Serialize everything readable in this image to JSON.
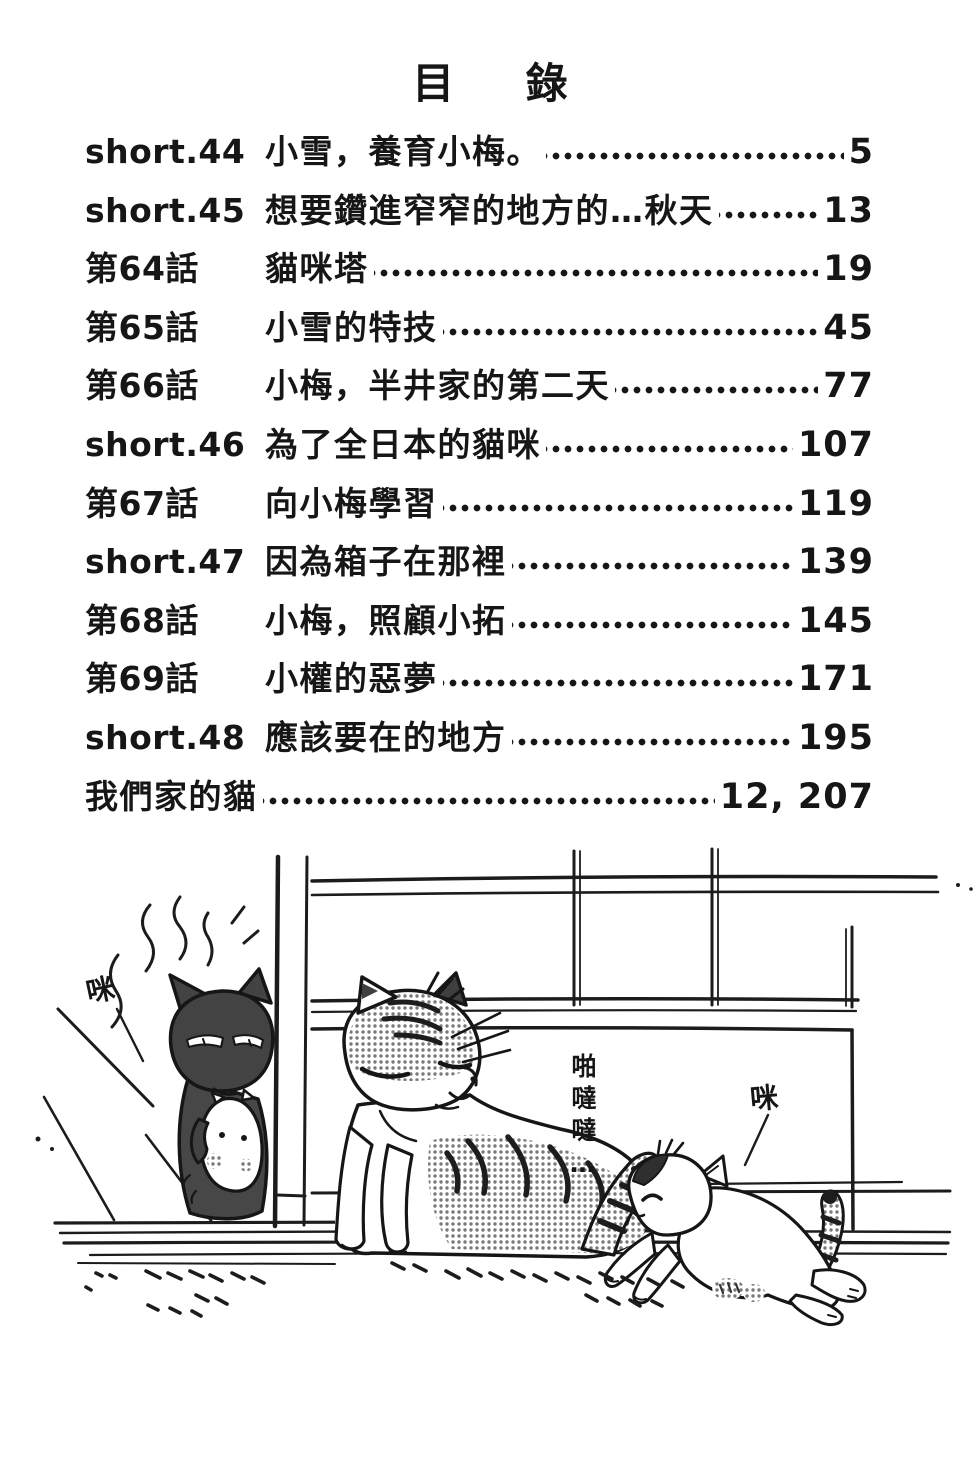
{
  "colors": {
    "paper": "#ffffff",
    "ink": "#161616",
    "halftone": "#7a7a7a"
  },
  "toc": {
    "title": "目錄",
    "entries": [
      {
        "label": "short.44",
        "title": "小雪，養育小梅。",
        "page": "5"
      },
      {
        "label": "short.45",
        "title": "想要鑽進窄窄的地方的…秋天",
        "page": "13"
      },
      {
        "label": "第64話",
        "title": "貓咪塔",
        "page": "19"
      },
      {
        "label": "第65話",
        "title": "小雪的特技",
        "page": "45"
      },
      {
        "label": "第66話",
        "title": "小梅，半井家的第二天",
        "page": "77"
      },
      {
        "label": "short.46",
        "title": "為了全日本的貓咪",
        "page": "107"
      },
      {
        "label": "第67話",
        "title": "向小梅學習",
        "page": "119"
      },
      {
        "label": "short.47",
        "title": "因為箱子在那裡",
        "page": "139"
      },
      {
        "label": "第68話",
        "title": "小梅，照顧小拓",
        "page": "145"
      },
      {
        "label": "第69話",
        "title": "小權的惡夢",
        "page": "171"
      },
      {
        "label": "short.48",
        "title": "應該要在的地方",
        "page": "195"
      },
      {
        "label": "",
        "title": "我們家的貓",
        "page": "12, 207"
      }
    ]
  },
  "illustration": {
    "sfx_left": "咪",
    "sfx_center": "啪噠噠…",
    "sfx_right": "咪"
  }
}
